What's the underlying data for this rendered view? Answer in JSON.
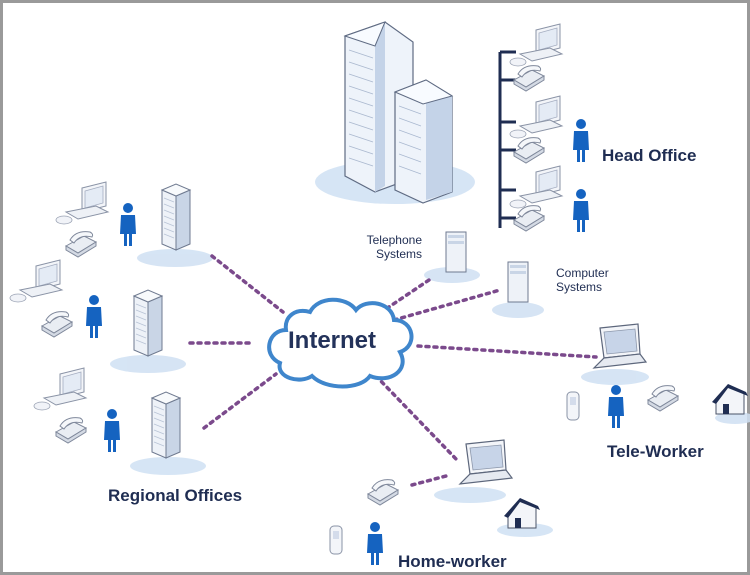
{
  "labels": {
    "internet": "Internet",
    "head_office": "Head Office",
    "telephone_systems": [
      "Telephone",
      "Systems"
    ],
    "computer_systems": [
      "Computer",
      "Systems"
    ],
    "regional_offices": "Regional Offices",
    "tele_worker": "Tele-Worker",
    "home_worker": "Home-worker"
  },
  "colors": {
    "frame": "#9a9a9a",
    "ink": "#1f2d52",
    "person": "#1563c0",
    "dots": "#7b4a8c",
    "cloud_stroke": "#3f86cc",
    "cloud_fill": "#ffffff",
    "shadow": "#c9dcf1",
    "building": "#d7e3f2",
    "device": "#e9eef6"
  },
  "icons": [
    "office-tower-icon",
    "server-tower-icon",
    "desktop-computer-icon",
    "telephone-icon",
    "laptop-icon",
    "house-icon",
    "mobile-phone-icon",
    "person-icon",
    "cloud-icon"
  ]
}
